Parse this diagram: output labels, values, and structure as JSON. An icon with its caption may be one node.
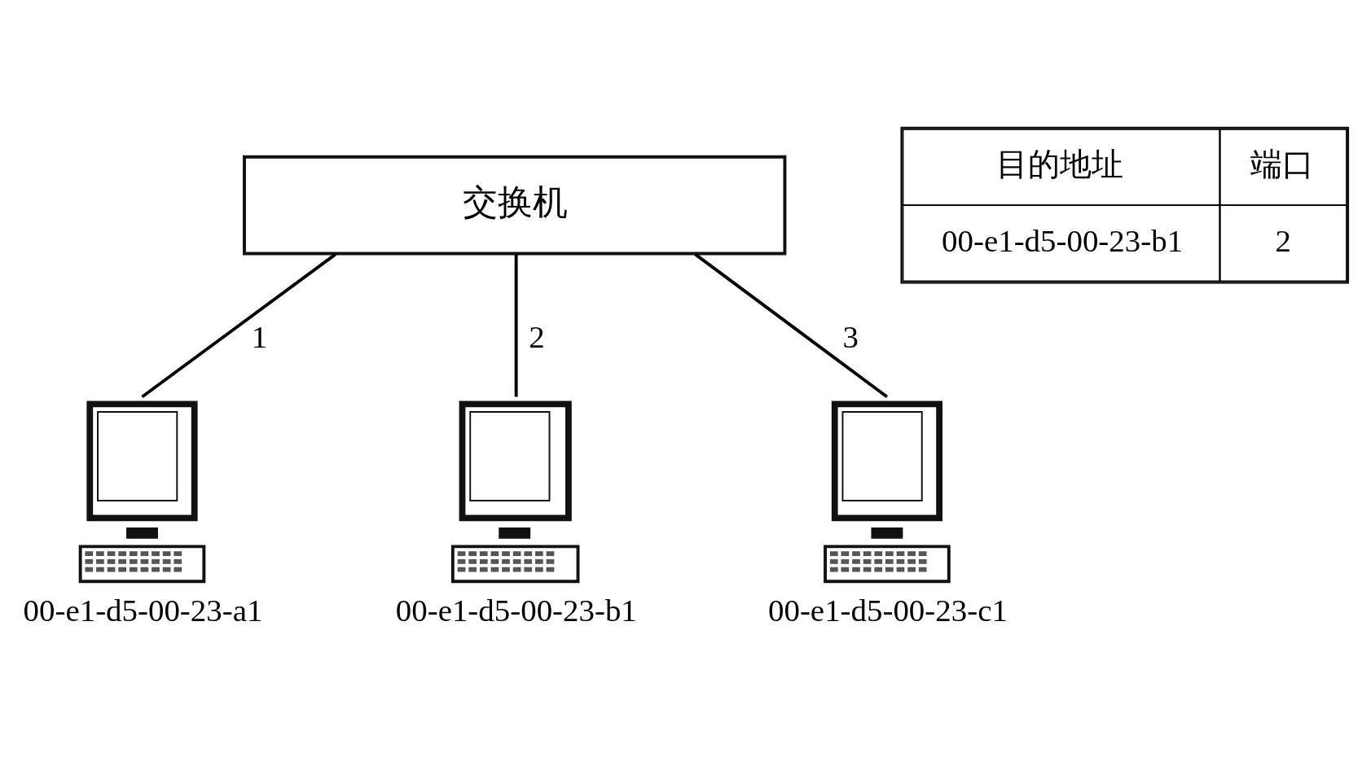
{
  "diagram": {
    "nodes": [
      {
        "text": [
          "交换机"
        ]
      },
      {
        "text": [],
        "shape": "picture",
        "beside": [
          "00-e1-d5-00-23-a1"
        ]
      },
      {
        "text": [],
        "shape": "picture",
        "beside": [
          "00-e1-d5-00-23-b1"
        ]
      },
      {
        "text": [],
        "shape": "picture",
        "beside": [
          "00-e1-d5-00-23-c1"
        ]
      }
    ],
    "edges": [
      {
        "from": 0,
        "to": 1,
        "arrow": "none",
        "label": "1"
      },
      {
        "from": 0,
        "to": 2,
        "arrow": "none",
        "label": "2"
      },
      {
        "from": 0,
        "to": 3,
        "arrow": "none",
        "label": "3"
      }
    ],
    "labels": [
      "目的地址",
      "端口",
      "00-e1-d5-00-23-b1",
      "2"
    ]
  }
}
